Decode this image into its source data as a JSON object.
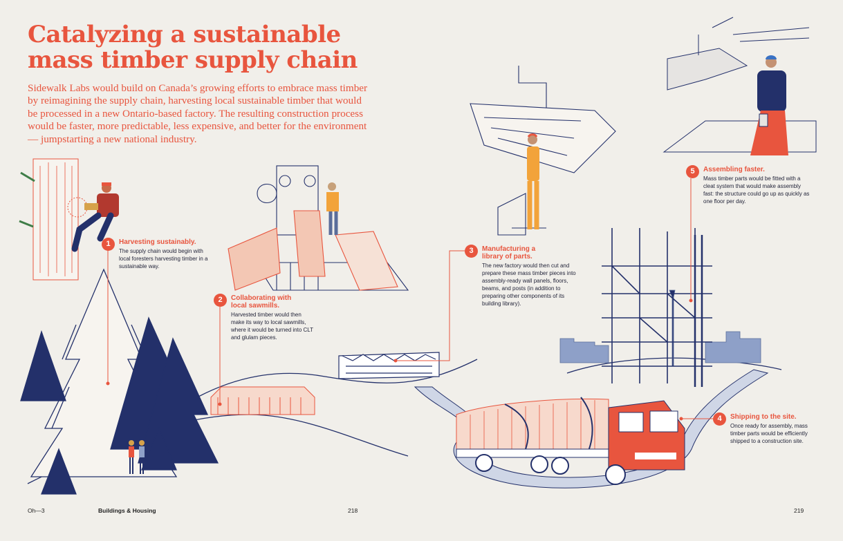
{
  "title": {
    "line1": "Catalyzing a sustainable",
    "line2": "mass timber supply chain"
  },
  "intro": "Sidewalk Labs would build on Canada’s growing efforts to embrace mass timber by reimagining the supply chain, harvesting local sustainable timber that would be processed in a new Ontario-based factory. The resulting construction process would be faster, more predictable, less expensive, and better for the environment — jumpstarting a new national industry.",
  "steps": [
    {
      "number": "1",
      "heading": "Harvesting sustainably.",
      "body": "The supply chain would begin with local foresters harvesting timber in a sustainable way."
    },
    {
      "number": "2",
      "heading": "Collaborating with local sawmills.",
      "body": "Harvested timber would then make its way to local sawmills, where it would be turned into CLT and glulam pieces."
    },
    {
      "number": "3",
      "heading": "Manufacturing a library of parts.",
      "body": "The new factory would then cut and prepare these mass timber pieces into assembly-ready wall panels, floors, beams, and posts (in addition to preparing other components of its building library)."
    },
    {
      "number": "4",
      "heading": "Shipping to the site.",
      "body": "Once ready for assembly, mass timber parts would be efficiently shipped to a construction site."
    },
    {
      "number": "5",
      "heading": "Assembling faster.",
      "body": "Mass timber parts would be fitted with a cleat system that would make assembly fast: the structure could go up as quickly as one floor per day."
    }
  ],
  "footer": {
    "section": "Oh—3",
    "chapter": "Buildings & Housing",
    "page_left": "218",
    "page_right": "219"
  },
  "colors": {
    "accent": "#e8553e",
    "navy": "#23306a",
    "background": "#f1efea"
  }
}
